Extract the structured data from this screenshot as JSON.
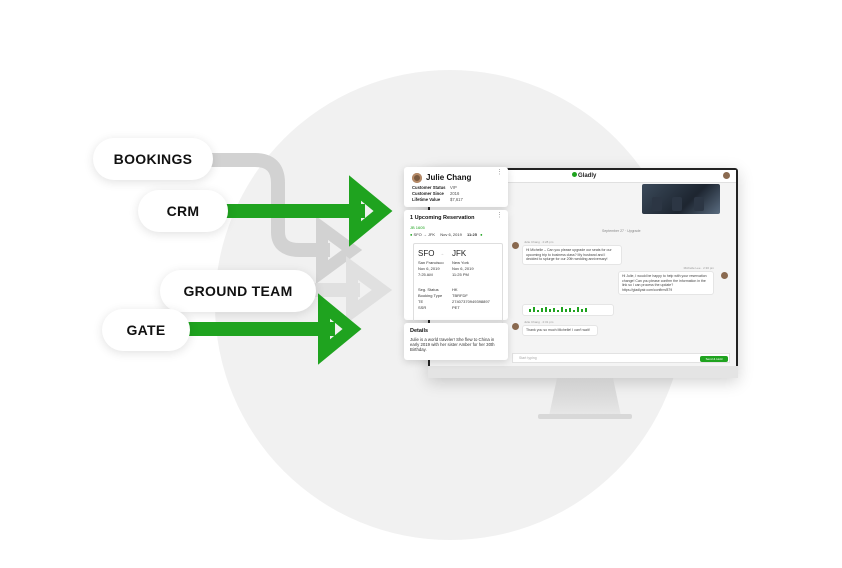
{
  "sources": {
    "bookings": "BOOKINGS",
    "crm": "CRM",
    "ground_team": "GROUND TEAM",
    "gate": "GATE"
  },
  "colors": {
    "accent_green": "#1fa31f",
    "gray_arrow": "#d2d2d2"
  },
  "app": {
    "brand": "Gladly"
  },
  "customer_card": {
    "name": "Julie Chang",
    "fields": [
      {
        "label": "Customer Status",
        "value": "VIP"
      },
      {
        "label": "Customer Since",
        "value": "2016"
      },
      {
        "label": "Lifetime Value",
        "value": "$7,617"
      }
    ]
  },
  "reservation_card": {
    "title": "1 Upcoming Reservation",
    "pnr": "JB 1605",
    "summary": {
      "route": "SFO → JFK",
      "date": "Nov 6, 2019",
      "time": "11:25"
    },
    "from": {
      "code": "SFO",
      "city": "San Francisco",
      "date": "Nov 6, 2019",
      "time": "7:25 AM"
    },
    "to": {
      "code": "JFK",
      "city": "New York",
      "date": "Nov 6, 2019",
      "time": "11:25 PM"
    },
    "details": [
      {
        "label": "Seg. Status",
        "value": "HK"
      },
      {
        "label": "Booking Type",
        "value": "TBRFDF"
      },
      {
        "label": "TE",
        "value": "27407370949398897"
      },
      {
        "label": "SSR",
        "value": "PET"
      }
    ]
  },
  "details_card": {
    "title": "Details",
    "text": "Julie is a world traveler! She flew to China in early 2019 with her sister Amber for her 30th Birthday."
  },
  "chat": {
    "divider": "September 27 · Upgrade",
    "messages": [
      {
        "meta": "Julie Chang · 2:28 pm",
        "text": "Hi Michelle – Can you please upgrade our seats for our upcoming trip to business class? My husband and I decided to splurge for our 20th wedding anniversary!"
      },
      {
        "meta": "Michelle Lee · 2:30 pm",
        "text": "Hi Julie, I would be happy to help with your reservation change! Can you please confirm the information in the link so I can process the update? https://gladlyair.com/confirm/879"
      },
      {
        "meta": "Julie Chang · 2:31 pm",
        "text": "Thank you so much Michelle! I can't wait!"
      }
    ],
    "composer_placeholder": "Start typing",
    "send_label": "Send & Hold"
  }
}
